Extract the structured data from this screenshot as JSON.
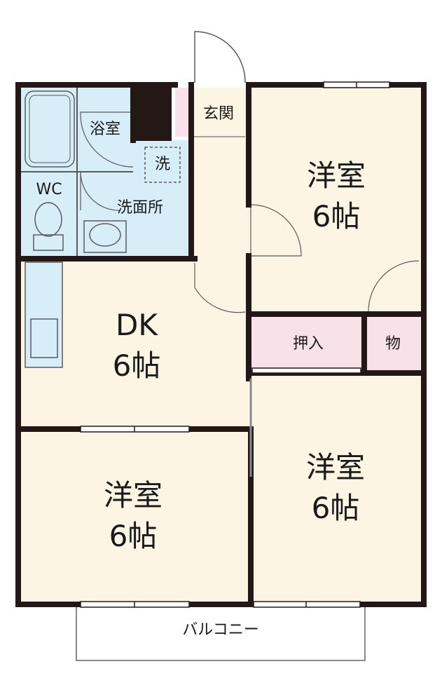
{
  "colors": {
    "wall": "#231815",
    "room_fill": "#fdf5e4",
    "wet_fill": "#d7eef9",
    "closet_fill": "#f9e1e9",
    "fixture_stroke": "#5a5a5a"
  },
  "rooms": {
    "bath": "浴室",
    "wc": "WC",
    "washroom": "洗面所",
    "washer": "洗",
    "entrance": "玄関",
    "western_ne_name": "洋室",
    "western_ne_size": "6帖",
    "dk_name": "DK",
    "dk_size": "6帖",
    "closet_oshiire": "押入",
    "closet_mono": "物",
    "western_sw_name": "洋室",
    "western_sw_size": "6帖",
    "western_se_name": "洋室",
    "western_se_size": "6帖",
    "balcony": "バルコニー"
  }
}
